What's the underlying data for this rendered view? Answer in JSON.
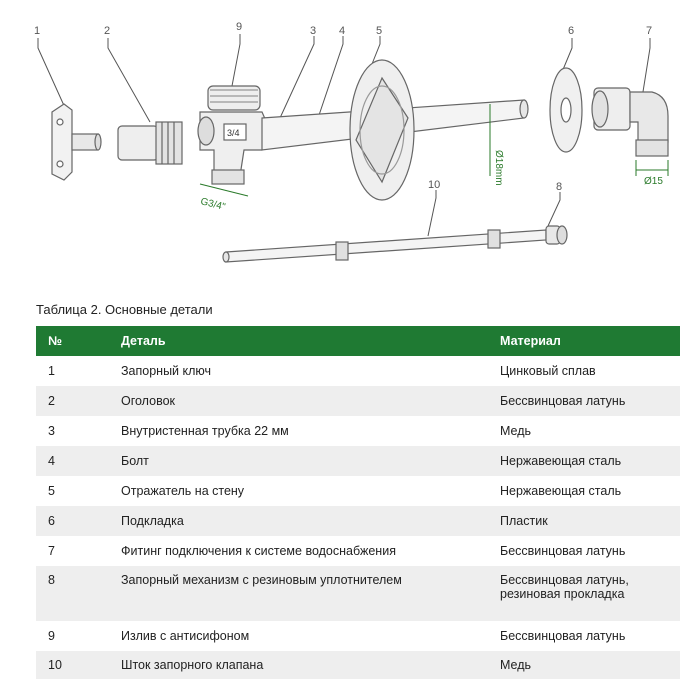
{
  "diagram": {
    "callouts": [
      "1",
      "2",
      "9",
      "3",
      "4",
      "5",
      "6",
      "7",
      "10",
      "8"
    ],
    "dim_pipe": "Ø18mm",
    "dim_thread": "G3/4\"",
    "dim_fitting": "Ø15",
    "valve_marking": "3/4"
  },
  "caption": "Таблица 2. Основные детали",
  "table": {
    "headers": [
      "№",
      "Деталь",
      "Материал"
    ],
    "rows": [
      {
        "num": "1",
        "part": "Запорный ключ",
        "material": "Цинковый сплав"
      },
      {
        "num": "2",
        "part": "Оголовок",
        "material": "Бессвинцовая латунь"
      },
      {
        "num": "3",
        "part": "Внутристенная трубка 22 мм",
        "material": "Медь"
      },
      {
        "num": "4",
        "part": "Болт",
        "material": "Нержавеющая сталь"
      },
      {
        "num": "5",
        "part": "Отражатель на стену",
        "material": "Нержавеющая сталь"
      },
      {
        "num": "6",
        "part": "Подкладка",
        "material": "Пластик"
      },
      {
        "num": "7",
        "part": "Фитинг подключения к системе водоснабжения",
        "material": "Бессвинцовая латунь"
      },
      {
        "num": "8",
        "part": "Запорный механизм с резиновым уплотнителем",
        "material": "Бессвинцовая латунь,",
        "material2": "резиновая прокладка"
      },
      {
        "num": "9",
        "part": "Излив с антисифоном",
        "material": "Бессвинцовая латунь"
      },
      {
        "num": "10",
        "part": "Шток запорного клапана",
        "material": "Медь"
      }
    ]
  },
  "colors": {
    "header_bg": "#1f7a33",
    "stripe": "#eeeeee"
  }
}
